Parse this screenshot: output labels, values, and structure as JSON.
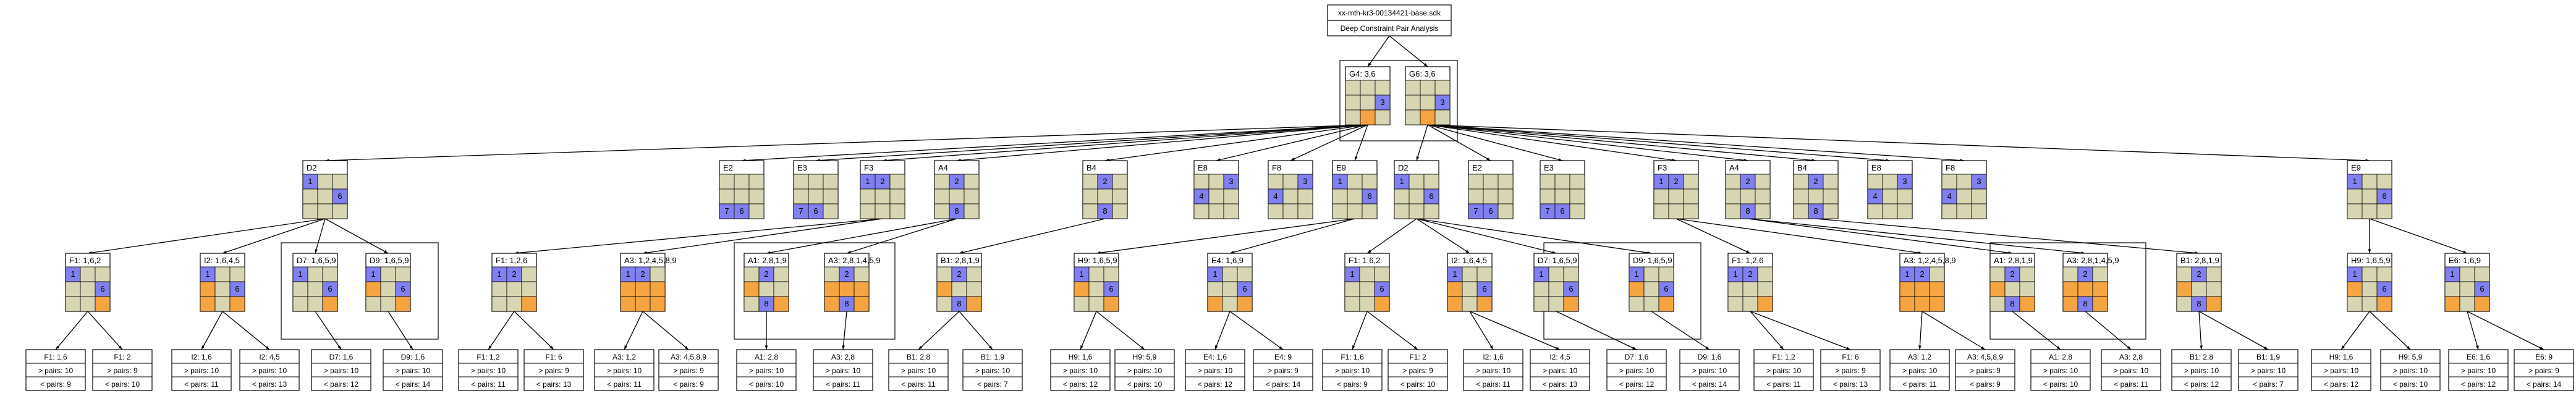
{
  "root": {
    "title": "xx-mth-kr3-00134421-base.sdk",
    "subtitle": "Deep Constraint Pair Analysis"
  },
  "colors": {
    "cell": "#d8d5b2",
    "blue": "#8080f0",
    "orange": "#f5a442",
    "stroke": "#000000"
  },
  "level1": [
    {
      "label": "G4: 3,6",
      "cells": [
        "e",
        "e",
        "e",
        "e",
        "e",
        "b:3",
        "e",
        "o",
        "e"
      ]
    },
    {
      "label": "G6: 3,6",
      "cells": [
        "e",
        "e",
        "e",
        "e",
        "e",
        "b:3",
        "e",
        "o",
        "e"
      ]
    }
  ],
  "level2": [
    {
      "label": "D2",
      "cells": [
        "b:1",
        "e",
        "e",
        "e",
        "e",
        "b:6",
        "e",
        "e",
        "e"
      ]
    },
    {
      "label": "E2",
      "cells": [
        "e",
        "e",
        "e",
        "e",
        "e",
        "e",
        "b:7",
        "b:6",
        "e"
      ]
    },
    {
      "label": "E3",
      "cells": [
        "e",
        "e",
        "e",
        "e",
        "e",
        "e",
        "b:7",
        "b:6",
        "e"
      ]
    },
    {
      "label": "F3",
      "cells": [
        "b:1",
        "b:2",
        "e",
        "e",
        "e",
        "e",
        "e",
        "e",
        "e"
      ]
    },
    {
      "label": "A4",
      "cells": [
        "e",
        "b:2",
        "e",
        "e",
        "e",
        "e",
        "e",
        "b:8",
        "e"
      ]
    },
    {
      "label": "B4",
      "cells": [
        "e",
        "b:2",
        "e",
        "e",
        "e",
        "e",
        "e",
        "b:8",
        "e"
      ]
    },
    {
      "label": "E8",
      "cells": [
        "e",
        "e",
        "b:3",
        "b:4",
        "e",
        "e",
        "e",
        "e",
        "e"
      ]
    },
    {
      "label": "F8",
      "cells": [
        "e",
        "e",
        "b:3",
        "b:4",
        "e",
        "e",
        "e",
        "e",
        "e"
      ]
    },
    {
      "label": "E9",
      "cells": [
        "b:1",
        "e",
        "e",
        "e",
        "e",
        "b:6",
        "e",
        "e",
        "e"
      ]
    },
    {
      "label": "D2",
      "cells": [
        "b:1",
        "e",
        "e",
        "e",
        "e",
        "b:6",
        "e",
        "e",
        "e"
      ]
    },
    {
      "label": "E2",
      "cells": [
        "e",
        "e",
        "e",
        "e",
        "e",
        "e",
        "b:7",
        "b:6",
        "e"
      ]
    },
    {
      "label": "E3",
      "cells": [
        "e",
        "e",
        "e",
        "e",
        "e",
        "e",
        "b:7",
        "b:6",
        "e"
      ]
    },
    {
      "label": "F3",
      "cells": [
        "b:1",
        "b:2",
        "e",
        "e",
        "e",
        "e",
        "e",
        "e",
        "e"
      ]
    },
    {
      "label": "A4",
      "cells": [
        "e",
        "b:2",
        "e",
        "e",
        "e",
        "e",
        "e",
        "b:8",
        "e"
      ]
    },
    {
      "label": "B4",
      "cells": [
        "e",
        "b:2",
        "e",
        "e",
        "e",
        "e",
        "e",
        "b:8",
        "e"
      ]
    },
    {
      "label": "E8",
      "cells": [
        "e",
        "e",
        "b:3",
        "b:4",
        "e",
        "e",
        "e",
        "e",
        "e"
      ]
    },
    {
      "label": "F8",
      "cells": [
        "e",
        "e",
        "b:3",
        "b:4",
        "e",
        "e",
        "e",
        "e",
        "e"
      ]
    },
    {
      "label": "E9",
      "cells": [
        "b:1",
        "e",
        "e",
        "e",
        "e",
        "b:6",
        "e",
        "e",
        "e"
      ]
    }
  ],
  "level3": [
    {
      "label": "F1: 1,6,2",
      "cells": [
        "b:1",
        "e",
        "e",
        "e",
        "e",
        "b:6",
        "e",
        "e",
        "o"
      ]
    },
    {
      "label": "I2: 1,6,4,5",
      "cells": [
        "b:1",
        "e",
        "e",
        "o",
        "e",
        "b:6",
        "o",
        "e",
        "o"
      ]
    },
    {
      "label": "D7: 1,6,5,9",
      "cells": [
        "b:1",
        "e",
        "e",
        "e",
        "e",
        "b:6",
        "e",
        "e",
        "o"
      ]
    },
    {
      "label": "D9: 1,6,5,9",
      "cells": [
        "b:1",
        "e",
        "e",
        "o",
        "e",
        "b:6",
        "e",
        "e",
        "o"
      ]
    },
    {
      "label": "F1: 1,2,6",
      "cells": [
        "b:1",
        "b:2",
        "e",
        "e",
        "e",
        "e",
        "e",
        "e",
        "o"
      ]
    },
    {
      "label": "A3: 1,2,4,5,8,9",
      "cells": [
        "b:1",
        "b:2",
        "e",
        "o",
        "o",
        "o",
        "o",
        "o",
        "o"
      ]
    },
    {
      "label": "A1: 2,8,1,9",
      "cells": [
        "e",
        "b:2",
        "e",
        "o",
        "e",
        "e",
        "e",
        "b:8",
        "o"
      ]
    },
    {
      "label": "A3: 2,8,1,4,5,9",
      "cells": [
        "e",
        "b:2",
        "e",
        "o",
        "o",
        "o",
        "o",
        "b:8",
        "o"
      ]
    },
    {
      "label": "B1: 2,8,1,9",
      "cells": [
        "e",
        "b:2",
        "e",
        "o",
        "e",
        "e",
        "e",
        "b:8",
        "o"
      ]
    },
    {
      "label": "H9: 1,6,5,9",
      "cells": [
        "b:1",
        "e",
        "e",
        "o",
        "e",
        "b:6",
        "e",
        "e",
        "o"
      ]
    },
    {
      "label": "E4: 1,6,9",
      "cells": [
        "b:1",
        "e",
        "e",
        "e",
        "e",
        "b:6",
        "o",
        "e",
        "o"
      ]
    },
    {
      "label": "F1: 1,6,2",
      "cells": [
        "b:1",
        "e",
        "e",
        "e",
        "e",
        "b:6",
        "e",
        "e",
        "o"
      ]
    },
    {
      "label": "I2: 1,6,4,5",
      "cells": [
        "b:1",
        "e",
        "e",
        "o",
        "e",
        "b:6",
        "o",
        "e",
        "o"
      ]
    },
    {
      "label": "D7: 1,6,5,9",
      "cells": [
        "b:1",
        "e",
        "e",
        "e",
        "e",
        "b:6",
        "e",
        "e",
        "o"
      ]
    },
    {
      "label": "D9: 1,6,5,9",
      "cells": [
        "b:1",
        "e",
        "e",
        "o",
        "e",
        "b:6",
        "e",
        "e",
        "o"
      ]
    },
    {
      "label": "F1: 1,2,6",
      "cells": [
        "b:1",
        "b:2",
        "e",
        "e",
        "e",
        "e",
        "e",
        "e",
        "o"
      ]
    },
    {
      "label": "A3: 1,2,4,5,8,9",
      "cells": [
        "b:1",
        "b:2",
        "e",
        "o",
        "o",
        "o",
        "o",
        "o",
        "o"
      ]
    },
    {
      "label": "A1: 2,8,1,9",
      "cells": [
        "e",
        "b:2",
        "e",
        "o",
        "e",
        "e",
        "e",
        "b:8",
        "o"
      ]
    },
    {
      "label": "A3: 2,8,1,4,5,9",
      "cells": [
        "e",
        "b:2",
        "e",
        "o",
        "o",
        "o",
        "o",
        "b:8",
        "o"
      ]
    },
    {
      "label": "B1: 2,8,1,9",
      "cells": [
        "e",
        "b:2",
        "e",
        "o",
        "e",
        "e",
        "e",
        "b:8",
        "o"
      ]
    },
    {
      "label": "H9: 1,6,5,9",
      "cells": [
        "b:1",
        "e",
        "e",
        "o",
        "e",
        "b:6",
        "e",
        "e",
        "o"
      ]
    },
    {
      "label": "E6: 1,6,9",
      "cells": [
        "b:1",
        "e",
        "e",
        "e",
        "e",
        "b:6",
        "o",
        "e",
        "o"
      ]
    }
  ],
  "leaves": [
    {
      "title": "F1: 1,6",
      "a": "> pairs: 10",
      "b": "< pairs: 9"
    },
    {
      "title": "F1: 2",
      "a": "> pairs: 9",
      "b": "< pairs: 10"
    },
    {
      "title": "I2: 1,6",
      "a": "> pairs: 10",
      "b": "< pairs: 11"
    },
    {
      "title": "I2: 4,5",
      "a": "> pairs: 10",
      "b": "< pairs: 13"
    },
    {
      "title": "D7: 1,6",
      "a": "> pairs: 10",
      "b": "< pairs: 12"
    },
    {
      "title": "D9: 1,6",
      "a": "> pairs: 10",
      "b": "< pairs: 14"
    },
    {
      "title": "F1: 1,2",
      "a": "> pairs: 10",
      "b": "< pairs: 11"
    },
    {
      "title": "F1: 6",
      "a": "> pairs: 9",
      "b": "< pairs: 13"
    },
    {
      "title": "A3: 1,2",
      "a": "> pairs: 10",
      "b": "< pairs: 11"
    },
    {
      "title": "A3: 4,5,8,9",
      "a": "> pairs: 9",
      "b": "< pairs: 9"
    },
    {
      "title": "A1: 2,8",
      "a": "> pairs: 10",
      "b": "< pairs: 10"
    },
    {
      "title": "A3: 2,8",
      "a": "> pairs: 10",
      "b": "< pairs: 11"
    },
    {
      "title": "B1: 2,8",
      "a": "> pairs: 10",
      "b": "< pairs: 11"
    },
    {
      "title": "B1: 1,9",
      "a": "> pairs: 10",
      "b": "< pairs: 7"
    },
    {
      "title": "H9: 1,6",
      "a": "> pairs: 10",
      "b": "< pairs: 12"
    },
    {
      "title": "H9: 5,9",
      "a": "> pairs: 10",
      "b": "< pairs: 10"
    },
    {
      "title": "E4: 1,6",
      "a": "> pairs: 10",
      "b": "< pairs: 12"
    },
    {
      "title": "E4: 9",
      "a": "> pairs: 9",
      "b": "< pairs: 14"
    },
    {
      "title": "F1: 1,6",
      "a": "> pairs: 10",
      "b": "< pairs: 9"
    },
    {
      "title": "F1: 2",
      "a": "> pairs: 9",
      "b": "< pairs: 10"
    },
    {
      "title": "I2: 1,6",
      "a": "> pairs: 10",
      "b": "< pairs: 11"
    },
    {
      "title": "I2: 4,5",
      "a": "> pairs: 10",
      "b": "< pairs: 13"
    },
    {
      "title": "D7: 1,6",
      "a": "> pairs: 10",
      "b": "< pairs: 12"
    },
    {
      "title": "D9: 1,6",
      "a": "> pairs: 10",
      "b": "< pairs: 14"
    },
    {
      "title": "F1: 1,2",
      "a": "> pairs: 10",
      "b": "< pairs: 11"
    },
    {
      "title": "F1: 6",
      "a": "> pairs: 9",
      "b": "< pairs: 13"
    },
    {
      "title": "A3: 1,2",
      "a": "> pairs: 10",
      "b": "< pairs: 11"
    },
    {
      "title": "A3: 4,5,8,9",
      "a": "> pairs: 9",
      "b": "< pairs: 9"
    },
    {
      "title": "A1: 2,8",
      "a": "> pairs: 10",
      "b": "< pairs: 10"
    },
    {
      "title": "A3: 2,8",
      "a": "> pairs: 10",
      "b": "< pairs: 11"
    },
    {
      "title": "B1: 2,8",
      "a": "> pairs: 10",
      "b": "< pairs: 12"
    },
    {
      "title": "B1: 1,9",
      "a": "> pairs: 10",
      "b": "< pairs: 7"
    },
    {
      "title": "H9: 1,6",
      "a": "> pairs: 10",
      "b": "< pairs: 12"
    },
    {
      "title": "H9: 5,9",
      "a": "> pairs: 10",
      "b": "< pairs: 10"
    },
    {
      "title": "E6: 1,6",
      "a": "> pairs: 10",
      "b": "< pairs: 12"
    },
    {
      "title": "E6: 9",
      "a": "> pairs: 9",
      "b": "< pairs: 14"
    }
  ]
}
